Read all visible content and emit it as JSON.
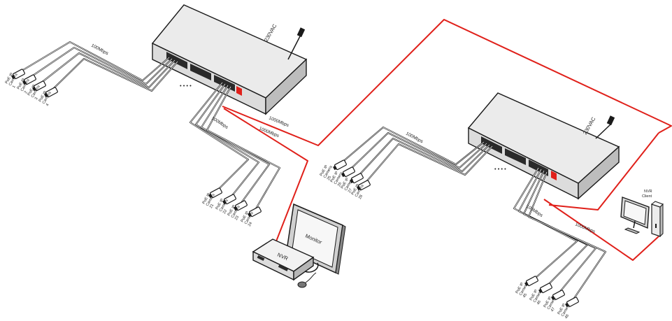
{
  "switch1": {
    "power_label": "230VAC",
    "dots": "• • • •",
    "uplink_speed_top": "100Mbps",
    "uplink_speed_bottom": "100Mbps",
    "trunk_speed_a": "1000Mbps",
    "trunk_speed_b": "1000Mbps"
  },
  "switch2": {
    "power_label": "230VAC",
    "dots": "• • • •",
    "uplink_speed_top": "100Mbps",
    "uplink_speed_bottom": "100Mbps",
    "client_speed": "1000Mbps"
  },
  "camera_label_lines": [
    "PoE IP",
    "Camera"
  ],
  "camera_groups": [
    {
      "id": "g1",
      "numbers": [
        "1",
        "2",
        "3",
        "4"
      ]
    },
    {
      "id": "g2",
      "numbers": [
        "21",
        "22",
        "23",
        "24"
      ]
    },
    {
      "id": "g3",
      "numbers": [
        "25",
        "26",
        "27",
        "28"
      ]
    },
    {
      "id": "g4",
      "numbers": [
        "45",
        "46",
        "47",
        "48"
      ]
    }
  ],
  "nvr": {
    "label": "NVR"
  },
  "monitor": {
    "label": "Monitor"
  },
  "nvr_client": {
    "label_line1": "NVR",
    "label_line2": "Client"
  }
}
